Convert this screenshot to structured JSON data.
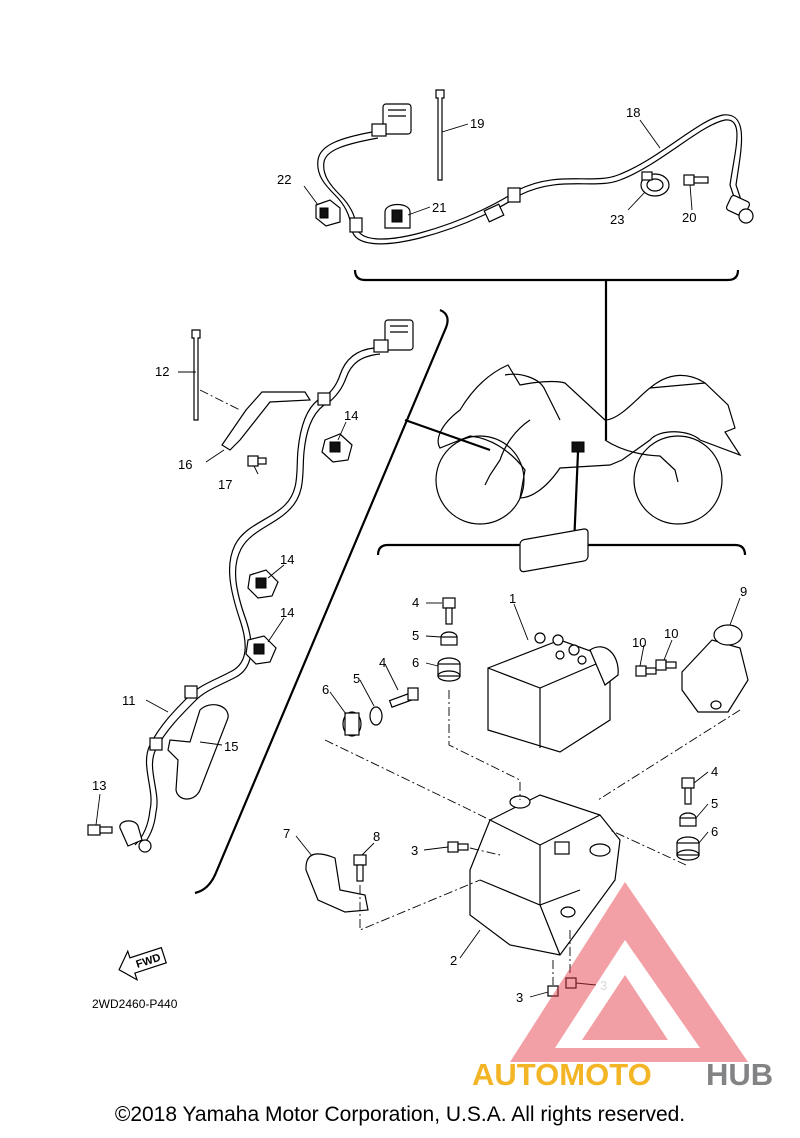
{
  "callouts": [
    "1",
    "2",
    "3",
    "3",
    "3",
    "4",
    "4",
    "4",
    "5",
    "5",
    "5",
    "6",
    "6",
    "6",
    "7",
    "8",
    "9",
    "10",
    "10",
    "11",
    "12",
    "13",
    "14",
    "14",
    "14",
    "15",
    "16",
    "17",
    "18",
    "19",
    "20",
    "21",
    "22",
    "23"
  ],
  "diagram_code": "2WD2460-P440",
  "fwd_label": "FWD",
  "watermark": {
    "part1": "AUTOMOTO",
    "part2": "HUB",
    "color_main": "#f2a900",
    "color_red": "#e2333f",
    "color_hub": "#6d6e70"
  },
  "copyright": "©2018 Yamaha Motor Corporation, U.S.A. All rights reserved."
}
